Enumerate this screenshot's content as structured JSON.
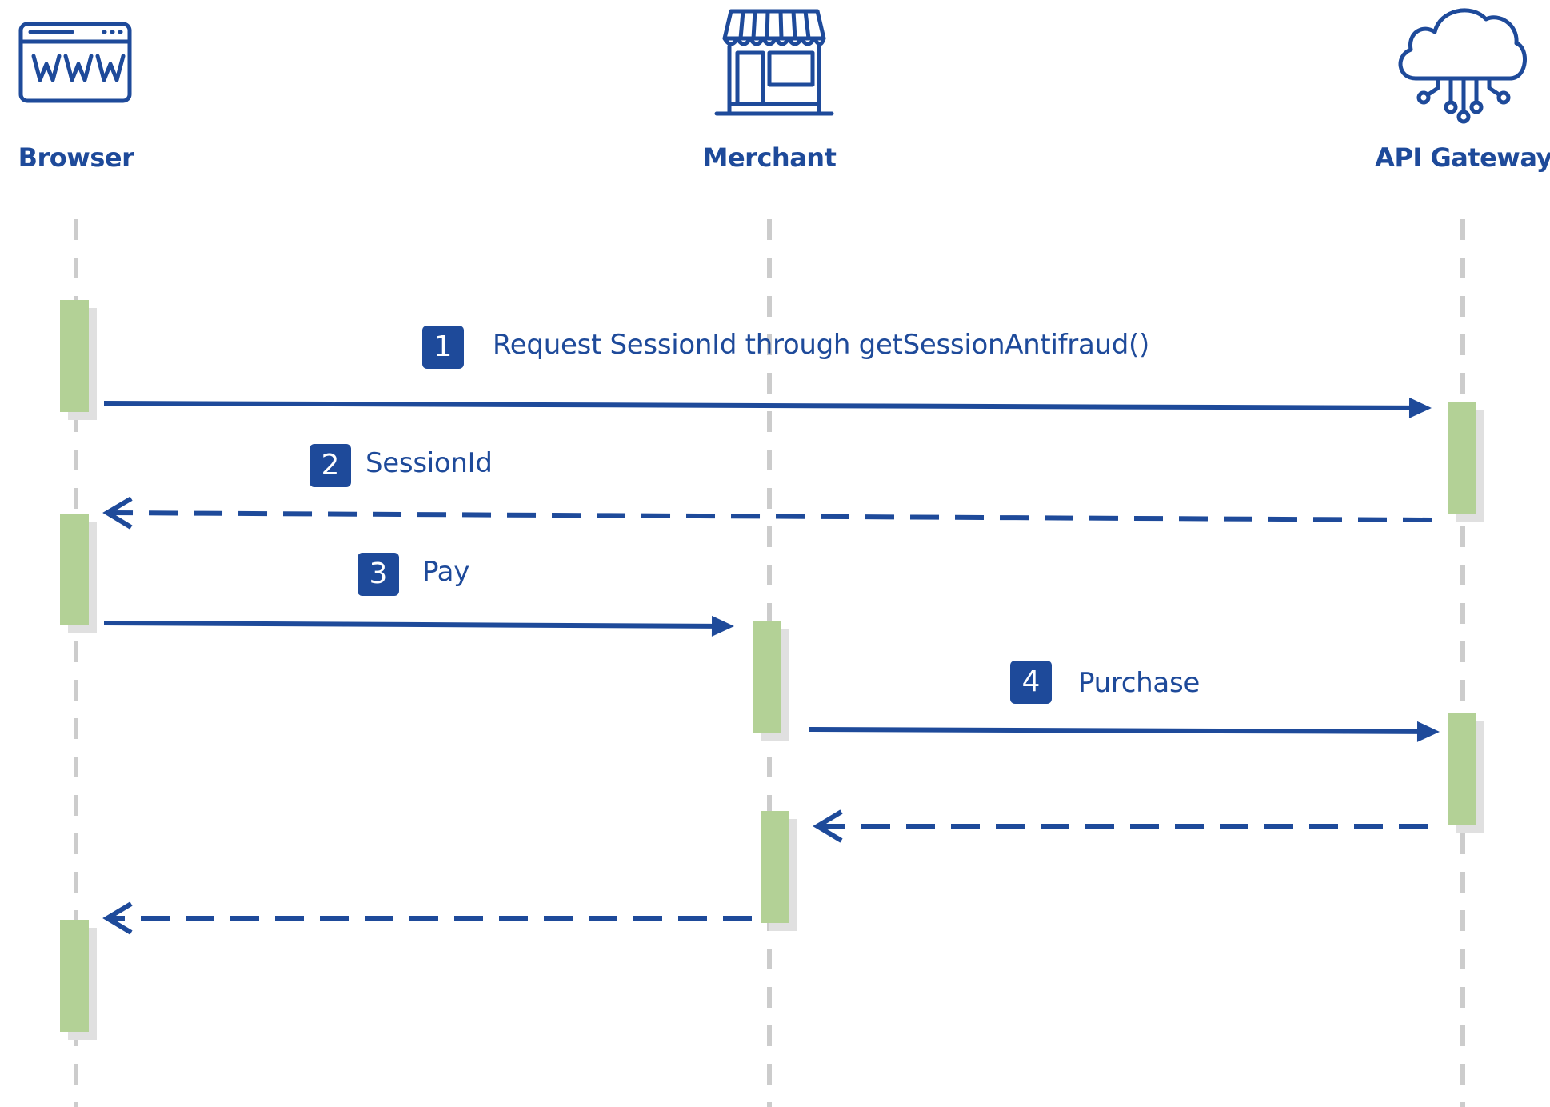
{
  "actors": [
    {
      "id": "browser",
      "label": "Browser",
      "icon": "www-window-icon"
    },
    {
      "id": "merchant",
      "label": "Merchant",
      "icon": "storefront-icon"
    },
    {
      "id": "gateway",
      "label": "API Gateway",
      "icon": "cloud-network-icon"
    }
  ],
  "messages": [
    {
      "step": "1",
      "label": "Request SessionId through getSessionAntifraud()",
      "from": "browser",
      "to": "gateway",
      "style": "solid"
    },
    {
      "step": "2",
      "label": "SessionId",
      "from": "gateway",
      "to": "browser",
      "style": "dashed"
    },
    {
      "step": "3",
      "label": "Pay",
      "from": "browser",
      "to": "merchant",
      "style": "solid"
    },
    {
      "step": "4",
      "label": "Purchase",
      "from": "merchant",
      "to": "gateway",
      "style": "solid"
    },
    {
      "step": "",
      "label": "",
      "from": "gateway",
      "to": "merchant",
      "style": "dashed"
    },
    {
      "step": "",
      "label": "",
      "from": "merchant",
      "to": "browser",
      "style": "dashed"
    }
  ],
  "colors": {
    "primary": "#1e4a9a",
    "activation": "#b3d196",
    "activation_shadow": "#e0e0e0",
    "lifeline": "#cccccc"
  }
}
